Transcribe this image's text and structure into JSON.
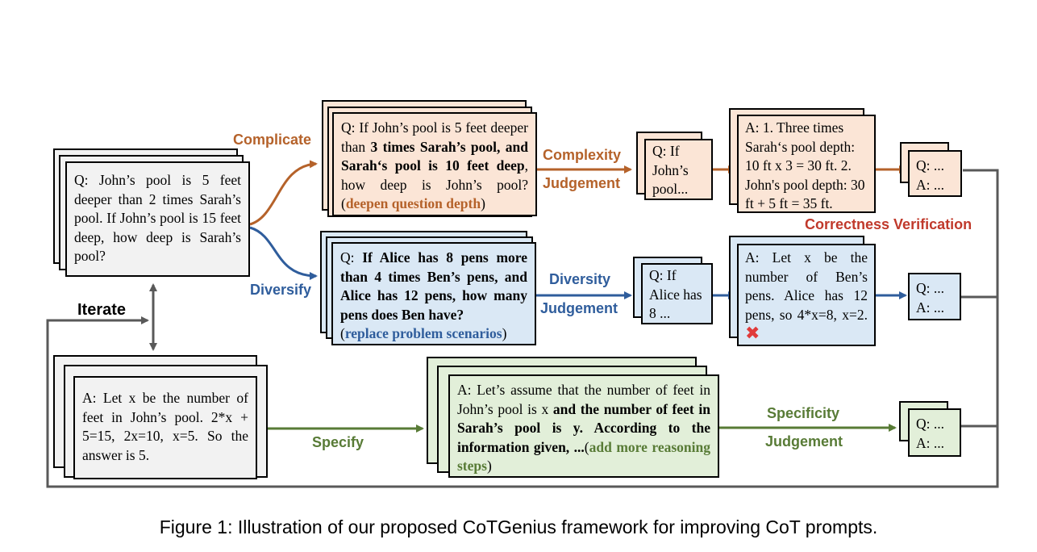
{
  "seed": {
    "question": "Q: John’s pool is 5 feet deeper than 2 times Sarah’s pool. If John’s pool is 15 feet deep, how deep is Sarah’s pool?",
    "answer": "A: Let x be the number of feet in John’s pool. 2*x + 5=15, 2x=10, x=5. So the answer is 5."
  },
  "labels": {
    "complicate": "Complicate",
    "diversify": "Diversify",
    "specify": "Specify",
    "iterate": "Iterate",
    "complexity_judgement_1": "Complexity",
    "complexity_judgement_2": "Judgement",
    "diversity_judgement_1": "Diversity",
    "diversity_judgement_2": "Judgement",
    "specificity_judgement_1": "Specificity",
    "specificity_judgement_2": "Judgement",
    "correctness_verification": "Correctness Verification"
  },
  "complicate_box": {
    "p1": "Q: If John’s pool is 5 feet deeper than ",
    "b1": "3 times Sarah’s pool, and Sarah‘s pool is 10 feet deep",
    "p2": ", how deep is John’s pool? ",
    "paren_open": "(",
    "note": "deepen question depth",
    "paren_close": ")"
  },
  "diversify_box": {
    "p1": "Q: ",
    "b1": "If Alice has 8 pens more than 4 times Ben’s pens, and Alice has 12 pens, how many pens does Ben have?",
    "paren_open": "(",
    "note": "replace problem scenarios",
    "paren_close": ")"
  },
  "specify_box": {
    "p1": "A: Let’s assume that the number of feet in John’s pool is x ",
    "b1": "and the number of feet in Sarah’s pool is y. According to the information given, ...",
    "paren_open": "(",
    "note": "add more reasoning steps",
    "paren_close": ")"
  },
  "small_q_complex": "Q: If John’s pool...",
  "small_q_diverse": "Q: If Alice has 8 ...",
  "answer_complex": "A: 1. Three times Sarah‘s pool depth: 10 ft x 3 = 30 ft. 2. John's pool depth: 30 ft + 5 ft = 35 ft.",
  "answer_diverse": "A: Let x be the number of Ben’s pens. Alice has 12 pens, so 4*x=8, x=2.",
  "wrong_mark": "✖",
  "qa_out": {
    "q": "Q: ...",
    "a": "A: ..."
  },
  "caption": "Figure 1: Illustration of our proposed CoTGenius framework for improving CoT prompts.",
  "colors": {
    "orange": "#b5622a",
    "blue": "#2f5d9c",
    "green": "#587b36",
    "red": "#c0392b",
    "gray_fill": "#f2f2f2",
    "orange_fill": "#fbe5d6",
    "blue_fill": "#dae8f5",
    "green_fill": "#e2efd9"
  }
}
